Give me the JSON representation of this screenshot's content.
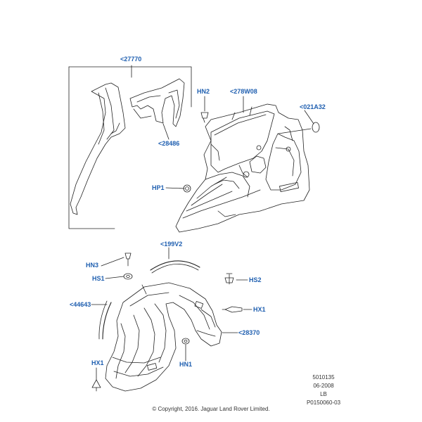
{
  "callouts": {
    "p27770": "<27770",
    "p28486": "<28486",
    "hn2": "HN2",
    "p278w08": "<278W08",
    "p021a32": "<021A32",
    "hp1": "HP1",
    "p199v2": "<199V2",
    "hn3": "HN3",
    "hs1": "HS1",
    "hs2": "HS2",
    "p44643": "<44643",
    "hx1_right": "HX1",
    "p28370": "<28370",
    "hx1_left": "HX1",
    "hn1": "HN1"
  },
  "meta": {
    "code": "5010135",
    "date": "06-2008",
    "region": "LB",
    "ref": "P0150060-03",
    "copyright": "© Copyright, 2016. Jaguar Land Rover Limited."
  },
  "colors": {
    "callout": "#1f5fb0",
    "line": "#222222"
  }
}
